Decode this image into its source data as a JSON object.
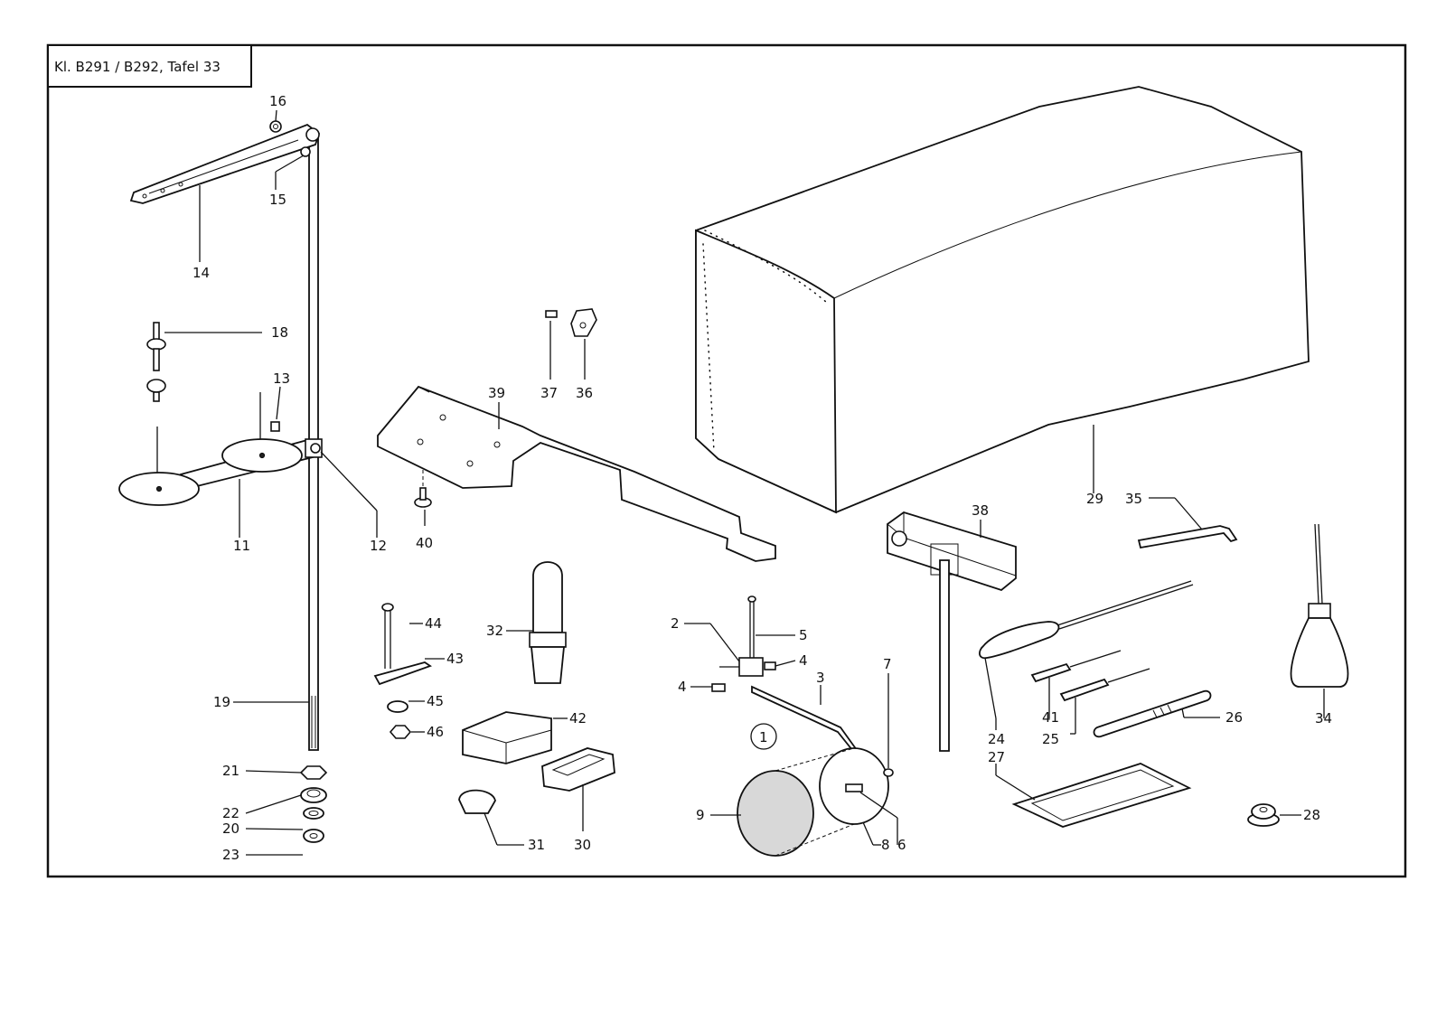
{
  "title": "Kl. B291 / B292, Tafel  33",
  "group_marker": "1",
  "labels": {
    "l2": "2",
    "l3": "3",
    "l4a": "4",
    "l4b": "4",
    "l5": "5",
    "l6": "6",
    "l7": "7",
    "l8": "8",
    "l9": "9",
    "l11": "11",
    "l12": "12",
    "l13": "13",
    "l14": "14",
    "l15": "15",
    "l16": "16",
    "l18": "18",
    "l19": "19",
    "l20": "20",
    "l21": "21",
    "l22": "22",
    "l23": "23",
    "l24": "24",
    "l25": "25",
    "l26": "26",
    "l27": "27",
    "l28": "28",
    "l29": "29",
    "l30": "30",
    "l31": "31",
    "l32": "32",
    "l34": "34",
    "l35": "35",
    "l36": "36",
    "l37": "37",
    "l38": "38",
    "l39": "39",
    "l40": "40",
    "l41": "41",
    "l42": "42",
    "l43": "43",
    "l44": "44",
    "l45": "45",
    "l46": "46"
  }
}
